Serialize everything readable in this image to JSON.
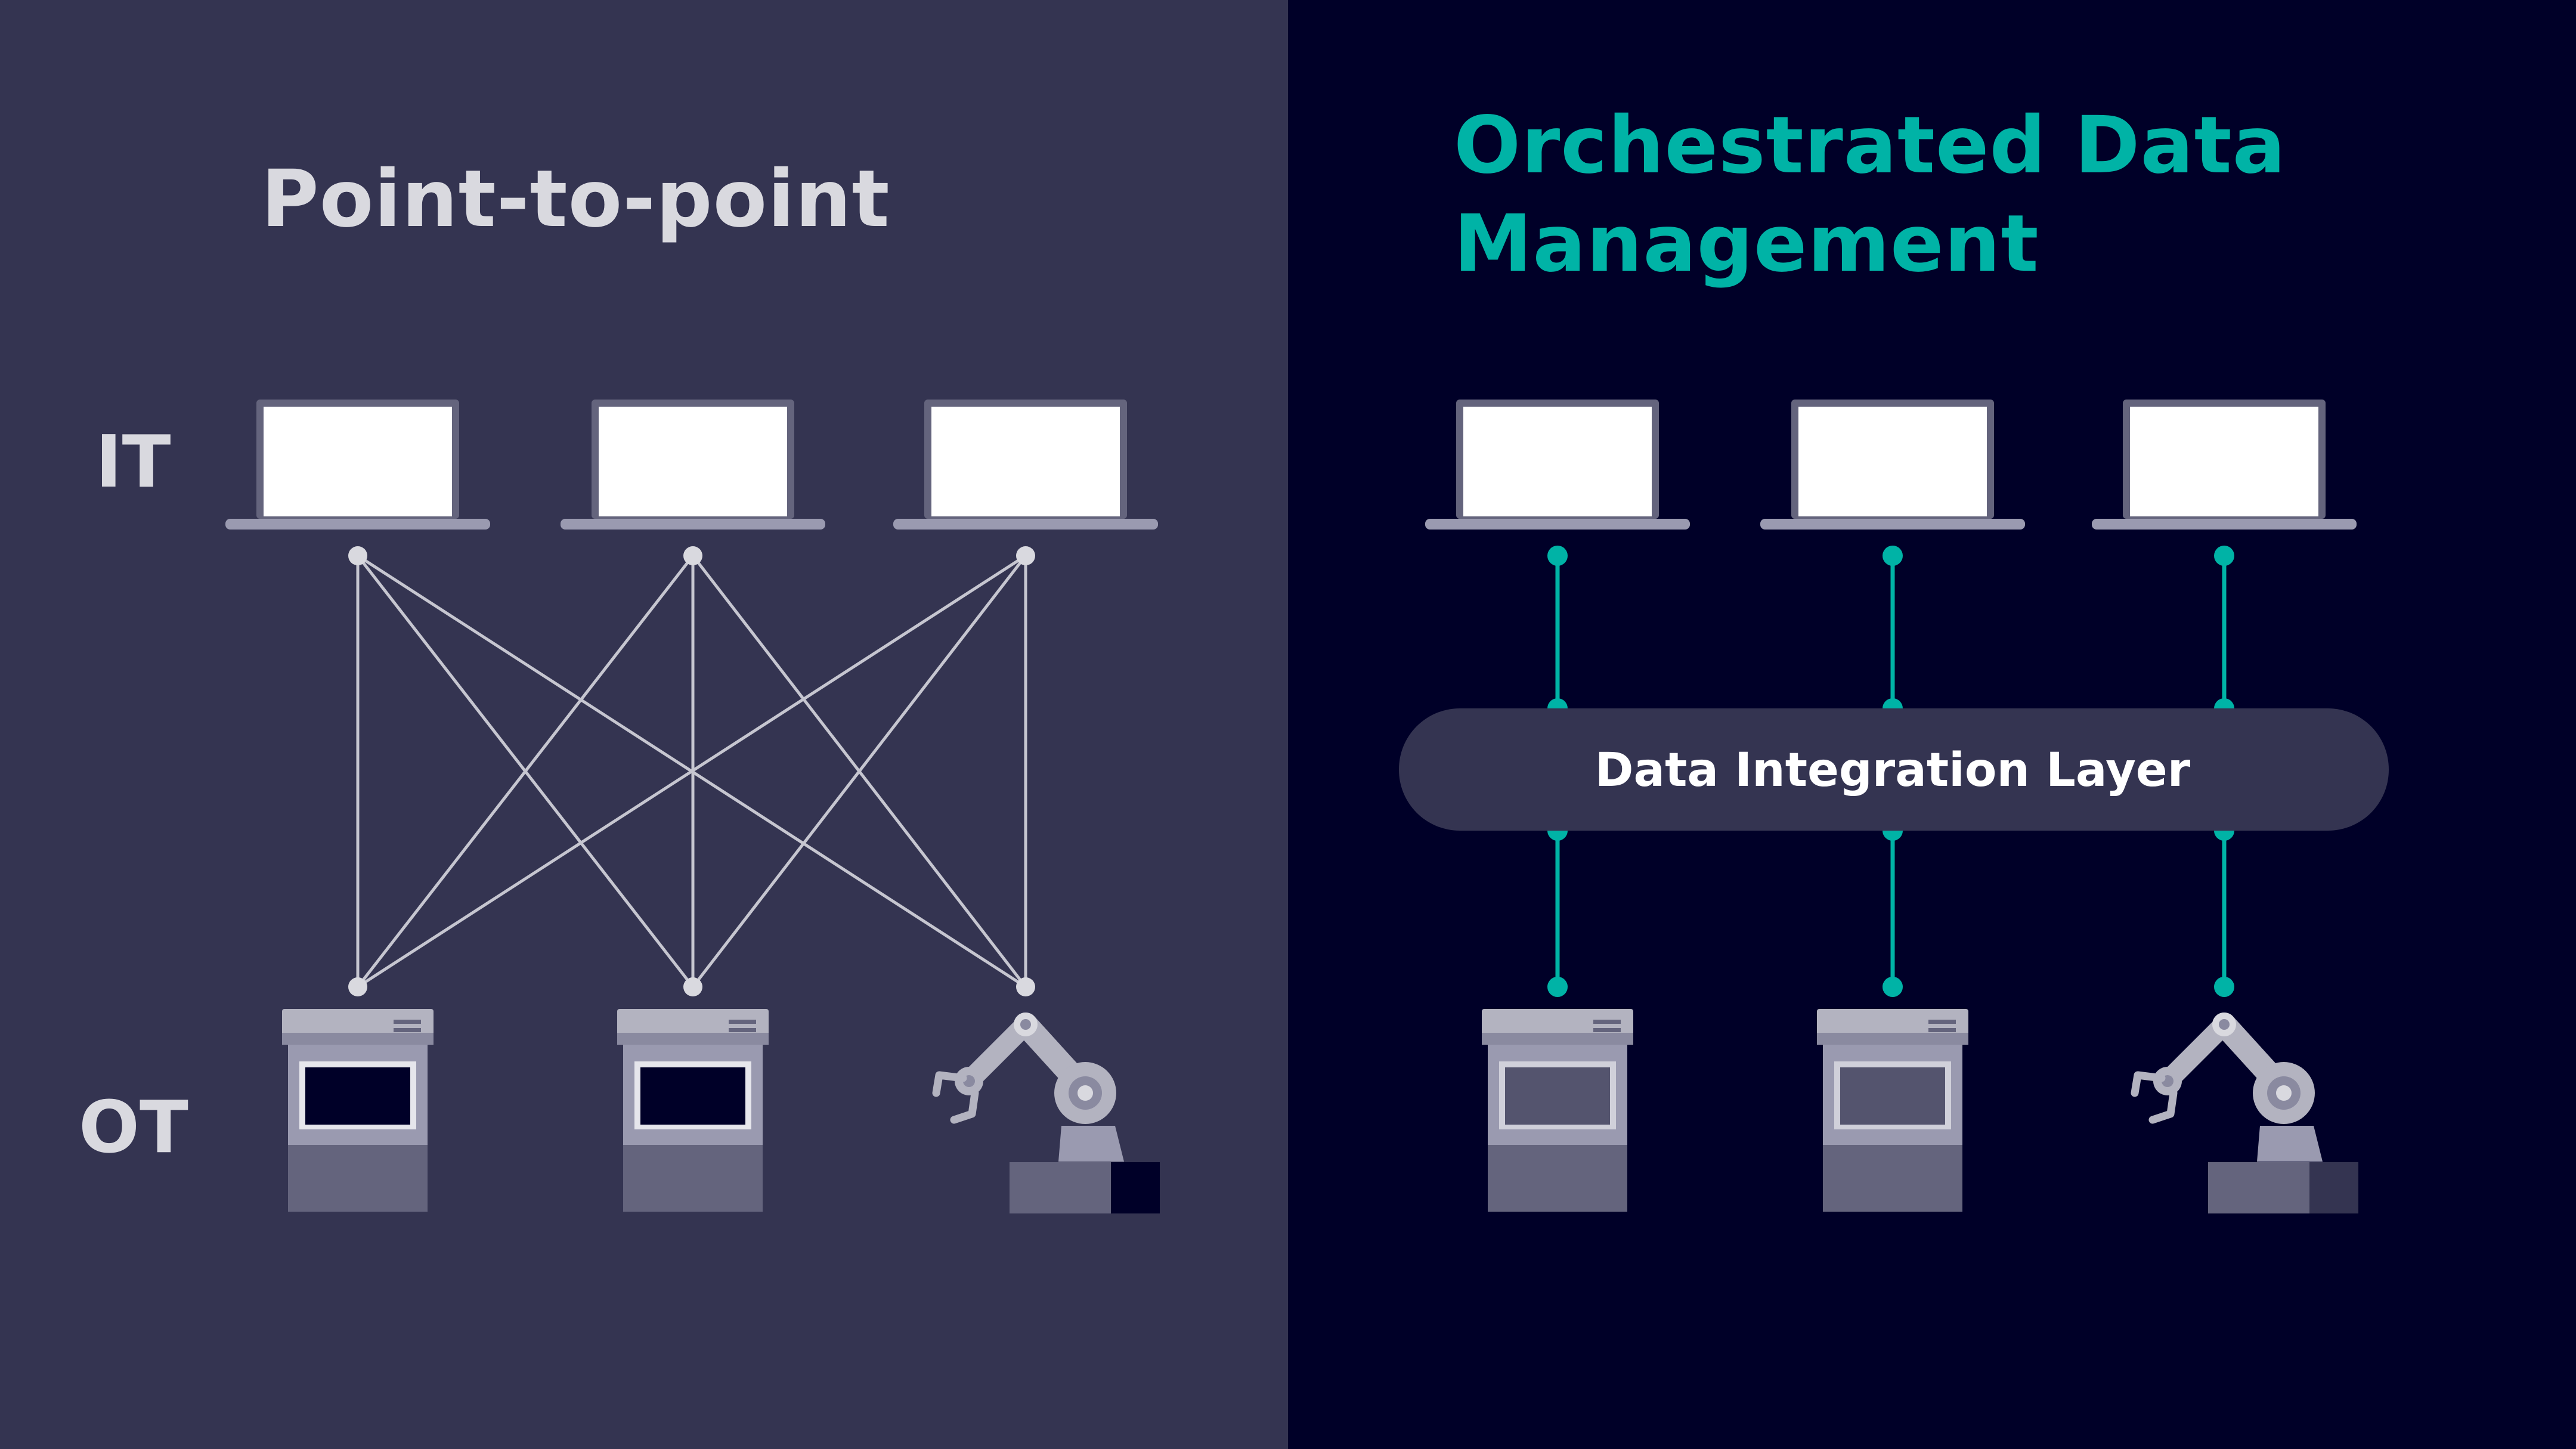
{
  "left_panel": {
    "title": "Point-to-point",
    "it_label": "IT",
    "ot_label": "OT"
  },
  "right_panel": {
    "title_line1": "Orchestrated Data",
    "title_line2": "Management",
    "integration_layer_label": "Data Integration Layer"
  },
  "colors": {
    "left_background": "#343451",
    "right_background": "#000028",
    "accent_teal": "#00b3a6",
    "connector_gray": "#c6c6d0",
    "device_gray": "#64647d"
  },
  "icons": [
    "laptop-icon",
    "machine-icon",
    "robot-arm-icon"
  ]
}
